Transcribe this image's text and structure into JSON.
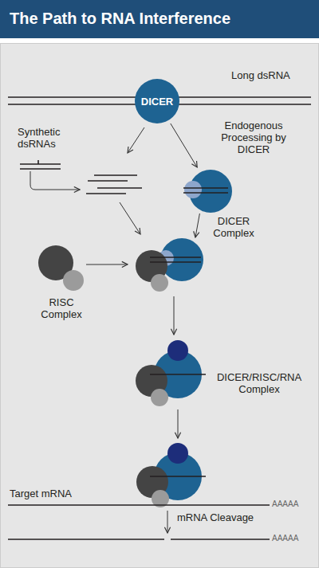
{
  "diagram": {
    "title": "The Path to RNA Interference",
    "nodes": [
      {
        "text": [
          "DICER"
        ]
      },
      {
        "text": [
          "DICER Complex"
        ]
      },
      {
        "text": [
          "RISC Complex"
        ]
      },
      {
        "text": [
          "DICER/RISC/RNA Complex"
        ]
      }
    ],
    "edges": [
      {
        "from": 0,
        "to": 1,
        "arrow": "to"
      },
      {
        "from": 1,
        "to": 3,
        "arrow": "to"
      },
      {
        "from": 2,
        "to": 3,
        "arrow": "to"
      }
    ],
    "labels": [
      "Long dsRNA",
      "Synthetic dsRNAs",
      "Endogenous Processing by DICER",
      "Target mRNA",
      "AAAAA",
      "mRNA Cleavage",
      "AAAAA"
    ]
  }
}
